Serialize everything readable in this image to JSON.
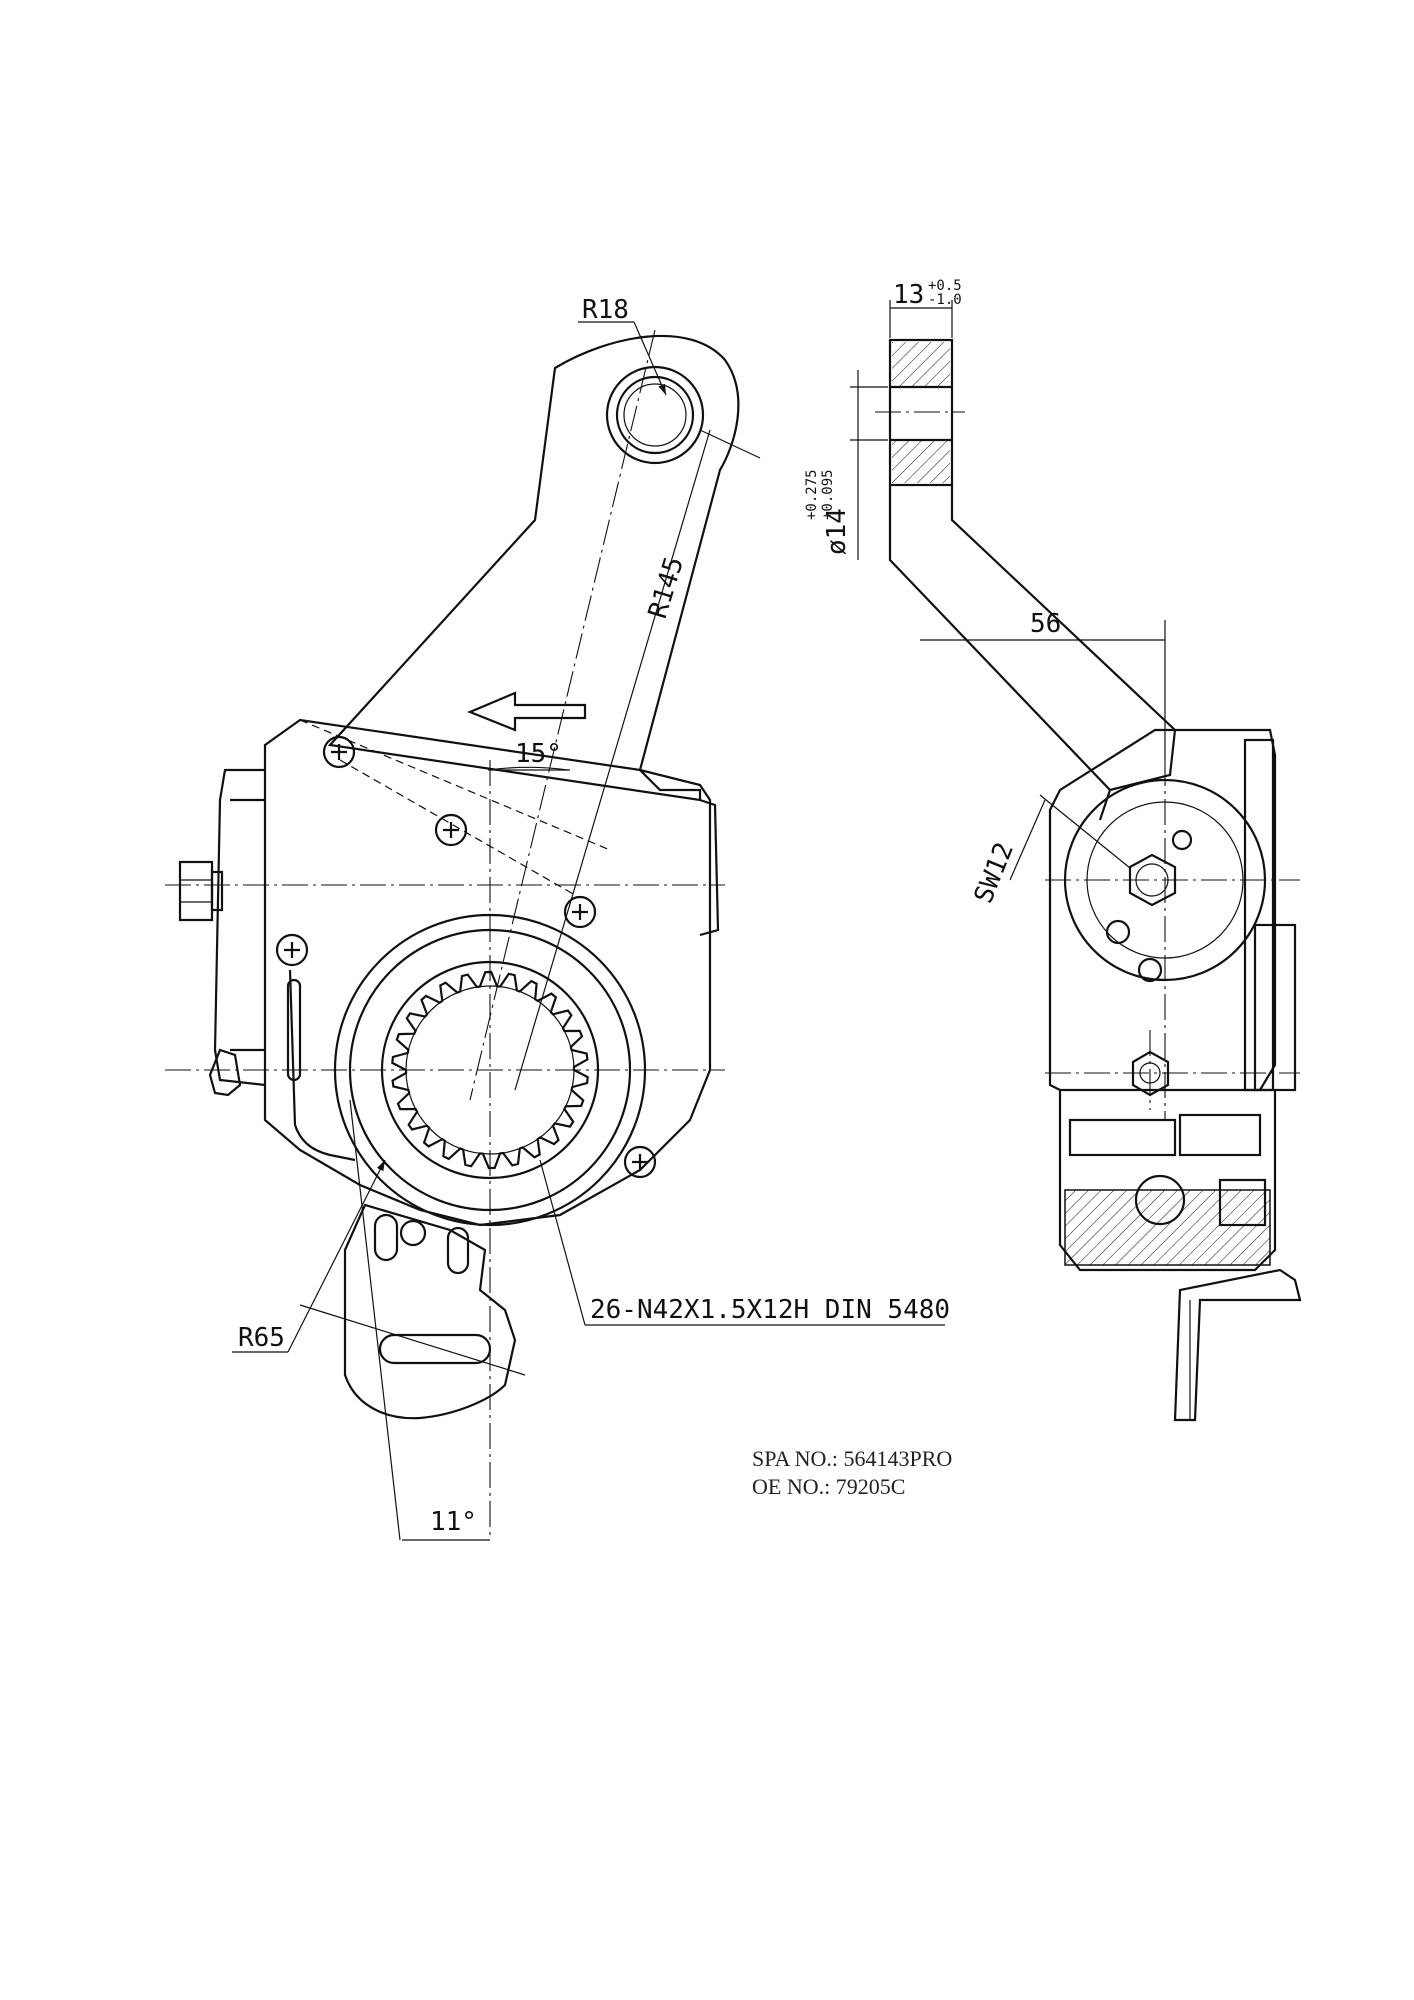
{
  "drawing": {
    "labels": {
      "r18": "R18",
      "r145": "R145",
      "r65": "R65",
      "angle_15": "15°",
      "angle_11": "11°",
      "spline": "26-N42X1.5X12H DIN 5480",
      "dim_13": "13",
      "tol_13_upper": "+0.5",
      "tol_13_lower": "-1.0",
      "dim_14": "ø14",
      "tol_14_upper": "+0.275",
      "tol_14_lower": "+0.095",
      "dim_56": "56",
      "sw12": "SW12"
    }
  },
  "info": {
    "spa_no": "SPA NO.: 564143PRO",
    "oe_no": "OE NO.: 79205C"
  }
}
